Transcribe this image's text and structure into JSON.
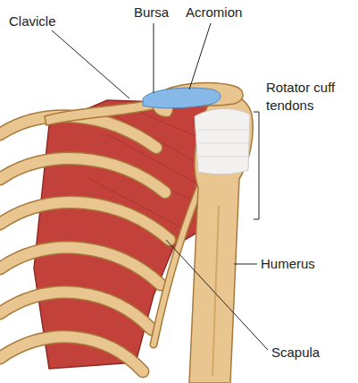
{
  "diagram": {
    "labels": [
      "Clavicle",
      "Bursa",
      "Acromion",
      "Rotator cuff tendons",
      "Humerus",
      "Scapula"
    ]
  }
}
